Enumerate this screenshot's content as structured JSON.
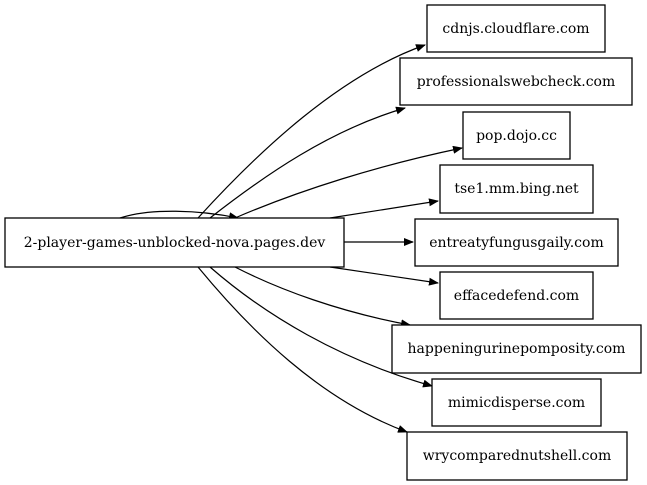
{
  "graph": {
    "source": "2-player-games-unblocked-nova.pages.dev",
    "targets": [
      "cdnjs.cloudflare.com",
      "professionalswebcheck.com",
      "pop.dojo.cc",
      "tse1.mm.bing.net",
      "entreatyfungusgaily.com",
      "effacedefend.com",
      "happeningurinepomposity.com",
      "mimicdisperse.com",
      "wrycomparednutshell.com"
    ]
  }
}
